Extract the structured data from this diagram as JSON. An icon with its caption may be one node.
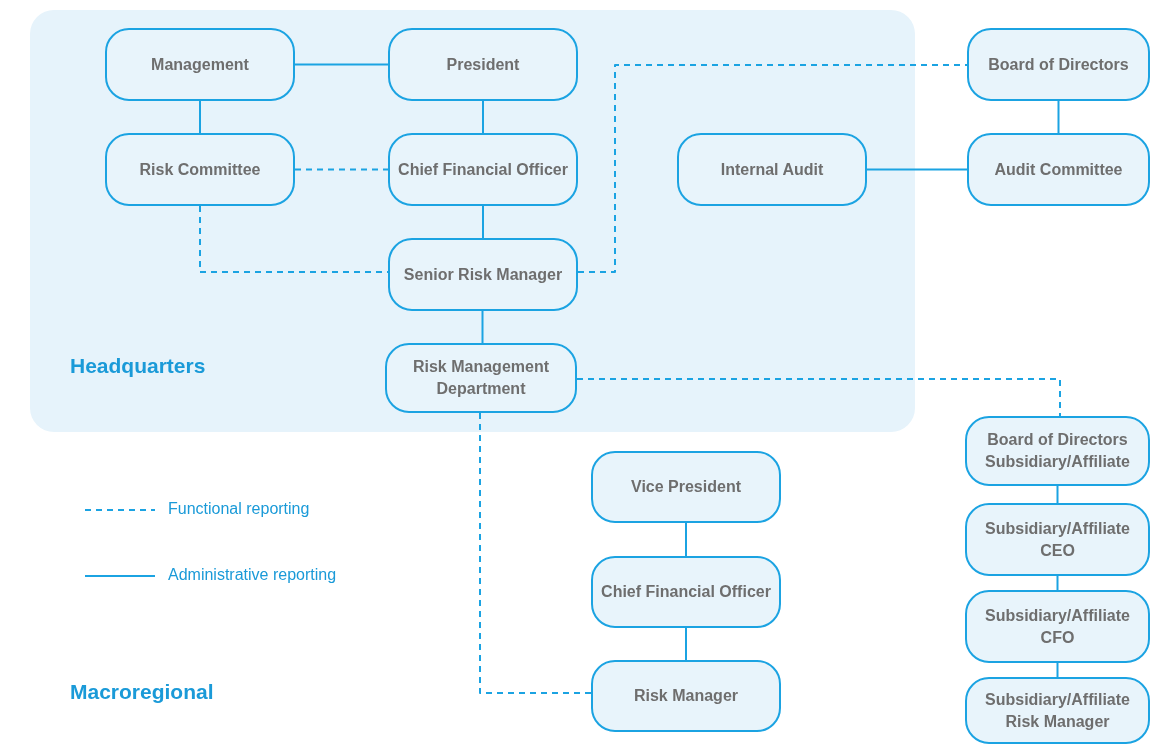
{
  "diagram": {
    "nodes": [
      {
        "text": [
          "Headquarters"
        ]
      },
      {
        "text": [
          "Management"
        ],
        "in": 0
      },
      {
        "text": [
          "President"
        ],
        "in": 0
      },
      {
        "text": [
          "Risk Committee"
        ],
        "in": 0
      },
      {
        "text": [
          "Chief Financial Officer"
        ],
        "in": 0
      },
      {
        "text": [
          "Senior Risk Manager"
        ],
        "in": 0
      },
      {
        "text": [
          "Internal Audit"
        ],
        "in": 0
      },
      {
        "text": [
          "Risk Management Department"
        ],
        "in": 0
      },
      {
        "text": [
          "Board of Directors"
        ]
      },
      {
        "text": [
          "Audit Committee"
        ]
      },
      {
        "text": [
          "Board of Directors Subsidiary/Affiliate"
        ]
      },
      {
        "text": [
          "Subsidiary/Affiliate CEO"
        ]
      },
      {
        "text": [
          "Subsidiary/Affiliate CFO"
        ]
      },
      {
        "text": [
          "Subsidiary/Affiliate Risk Manager"
        ]
      },
      {
        "text": [
          "Vice President"
        ]
      },
      {
        "text": [
          "Chief Financial Officer"
        ]
      },
      {
        "text": [
          "Risk Manager"
        ]
      }
    ],
    "edges": [
      {
        "from": 1,
        "to": 2,
        "arrow": "none"
      },
      {
        "from": 1,
        "to": 3,
        "arrow": "none"
      },
      {
        "from": 2,
        "to": 4,
        "arrow": "none"
      },
      {
        "from": 3,
        "to": 4,
        "arrow": "none",
        "style": "dashed"
      },
      {
        "from": 4,
        "to": 5,
        "arrow": "none"
      },
      {
        "from": 3,
        "to": 5,
        "arrow": "none",
        "style": "dashed"
      },
      {
        "from": 5,
        "to": 8,
        "arrow": "none",
        "style": "dashed"
      },
      {
        "from": 6,
        "to": 9,
        "arrow": "none"
      },
      {
        "from": 8,
        "to": 9,
        "arrow": "none"
      },
      {
        "from": 5,
        "to": 7,
        "arrow": "none"
      },
      {
        "from": 7,
        "to": 10,
        "arrow": "none",
        "style": "dashed"
      },
      {
        "from": 10,
        "to": 11,
        "arrow": "none"
      },
      {
        "from": 11,
        "to": 12,
        "arrow": "none"
      },
      {
        "from": 12,
        "to": 13,
        "arrow": "none"
      },
      {
        "from": 14,
        "to": 15,
        "arrow": "none"
      },
      {
        "from": 15,
        "to": 16,
        "arrow": "none"
      },
      {
        "from": 7,
        "to": 16,
        "arrow": "none",
        "style": "dashed"
      }
    ],
    "labels": [
      "Macroregional"
    ],
    "legend": [
      {
        "text": "Functional reporting"
      },
      {
        "text": "Administrative reporting"
      }
    ]
  }
}
